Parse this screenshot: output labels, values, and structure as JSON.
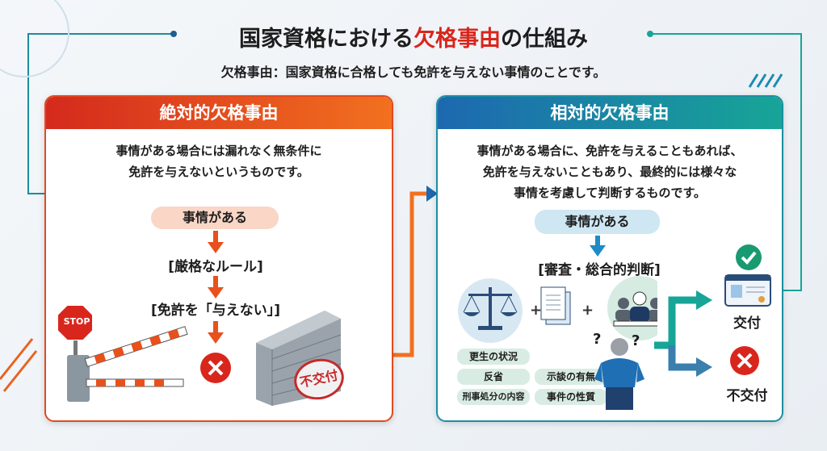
{
  "title": {
    "pre": "国家資格における",
    "highlight": "欠格事由",
    "post": "の仕組み"
  },
  "subtitle": "欠格事由：国家資格に合格しても免許を与えない事情のことです。",
  "left": {
    "header": "絶対的欠格事由",
    "desc": [
      "事情がある場合には漏れなく無条件に",
      "免許を与えないというものです。"
    ],
    "pill": "事情がある",
    "step1": "[厳格なルール]",
    "step2": "[免許を「与えない」]",
    "stop_sign": "STOP",
    "stamp": "不交付"
  },
  "right": {
    "header": "相対的欠格事由",
    "desc": [
      "事情がある場合に、免許を与えることもあれば、",
      "免許を与えないこともあり、最終的には様々な",
      "事情を考慮して判断するものです。"
    ],
    "pill": "事情がある",
    "step": "[審査・総合的判断]",
    "tags": [
      "更生の状況",
      "反省",
      "示談の有無",
      "刑事処分の内容",
      "事件の性質"
    ],
    "plus": "+",
    "question": "?",
    "result_grant": "交付",
    "result_deny": "不交付"
  },
  "colors": {
    "red": "#d9261c",
    "orange": "#f2701f",
    "blue": "#1d68b0",
    "teal": "#17a597"
  }
}
